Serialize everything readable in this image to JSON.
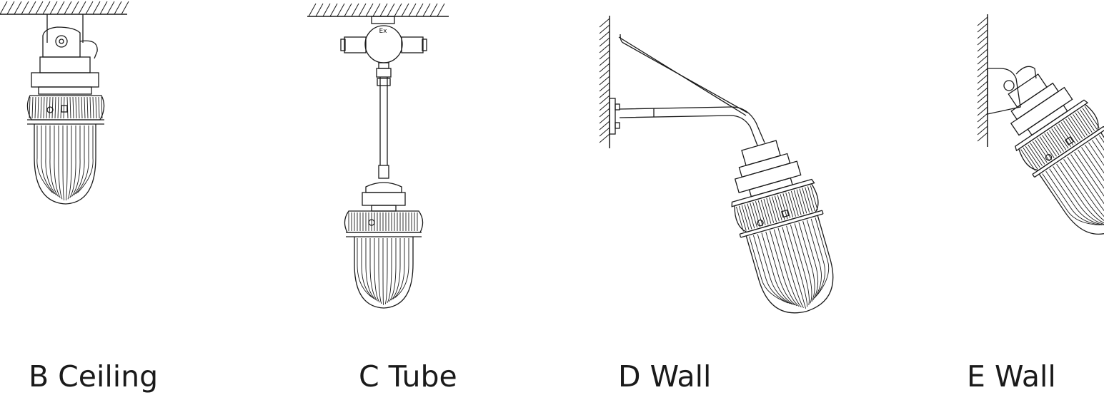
{
  "captions": {
    "b": "B Ceiling",
    "c": "C Tube",
    "d": "D Wall",
    "e": "E Wall"
  },
  "labels": {
    "ex_mark": "Ex"
  },
  "colors": {
    "line": "#1a1a1a",
    "background": "#ffffff"
  }
}
